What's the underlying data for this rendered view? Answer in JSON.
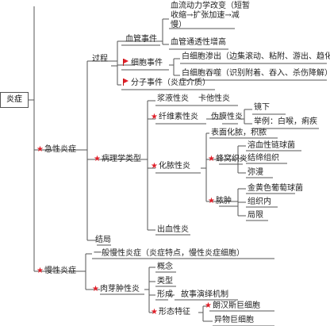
{
  "root": "炎症",
  "nodes": {
    "acute": "急性炎症",
    "process": "过程",
    "vascular": "血管事件",
    "flow_change_1": "血流动力学改变（短暂",
    "flow_change_2": "收缩→扩张加速→减",
    "flow_change_3": "慢）",
    "permeability": "血管通透性增高",
    "cell_event": "细胞事件",
    "wbc_exudation": "白细胞渗出（边集滚动、粘附、游出、趋化）",
    "wbc_phago": "白细胞吞噬（识别附着、吞入、杀伤降解）",
    "mediator": "分子事件（炎症介质）",
    "path_types": "病理学类型",
    "serous": "浆液性炎",
    "catarrhal": "卡他性炎",
    "fibrinous": "纤维素性炎",
    "pseudomembranous": "伪膜性炎",
    "microscope": "镜下",
    "example": "举例：白喉，痢疾",
    "suppurative": "化脓性炎",
    "surface_pus": "表面化脓，积脓",
    "cellulitis": "蜂窝织炎",
    "strepto": "溶血性链球菌",
    "loose_tissue": "结缔组织",
    "diffuse": "弥漫",
    "abscess": "脓肿",
    "staph": "金黄色葡萄球菌",
    "in_tissue": "组织内",
    "localized": "局限",
    "hemorrhagic": "出血性炎",
    "outcome": "结局",
    "chronic": "慢性炎症",
    "general_chronic": "一般慢性炎症（炎症特点，慢性炎症细胞）",
    "granulomatous": "肉芽肿性炎",
    "concept": "概念",
    "types": "类型",
    "formation": "形成",
    "story_mech": "故事演绎机制",
    "morphology": "形态特征",
    "langhans": "朗汉斯巨细胞",
    "foreign_body": "异物巨细胞"
  }
}
